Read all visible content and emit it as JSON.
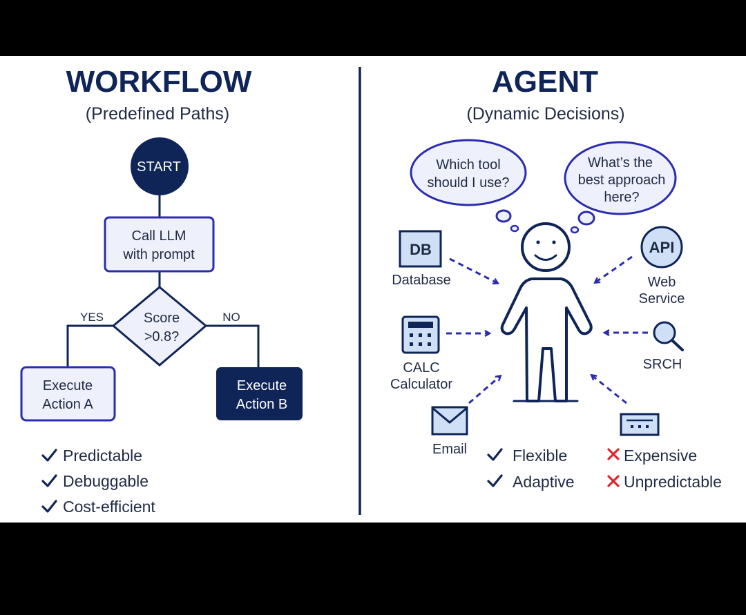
{
  "workflow": {
    "title": "WORKFLOW",
    "subtitle": "(Predefined Paths)",
    "start": "START",
    "call_llm": [
      "Call LLM",
      "with prompt"
    ],
    "decision": [
      "Score",
      ">0.8?"
    ],
    "yes": "YES",
    "no": "NO",
    "action_a": [
      "Execute",
      "Action A"
    ],
    "action_b": [
      "Execute",
      "Action B"
    ],
    "pros": [
      "Predictable",
      "Debuggable",
      "Cost-efficient"
    ]
  },
  "agent": {
    "title": "AGENT",
    "subtitle": "(Dynamic Decisions)",
    "thought_left": [
      "Which tool",
      "should I use?"
    ],
    "thought_right": [
      "What’s the",
      "best approach",
      "here?"
    ],
    "db_icon": "DB",
    "db_label": "Database",
    "api_icon": "API",
    "api_label": [
      "Web",
      "Service"
    ],
    "calc_label": [
      "CALC",
      "Calculator"
    ],
    "search_label": "SRCH",
    "email_label": "Email",
    "pros": [
      "Flexible",
      "Adaptive"
    ],
    "cons": [
      "Expensive",
      "Unpredictable"
    ]
  },
  "colors": {
    "navy": "#0f2457",
    "ink": "#1f2a44",
    "node_fill": "#eef1fb",
    "stroke": "#2b2bb0",
    "icon_fill": "#cfe0f6",
    "cross": "#e0252a"
  }
}
